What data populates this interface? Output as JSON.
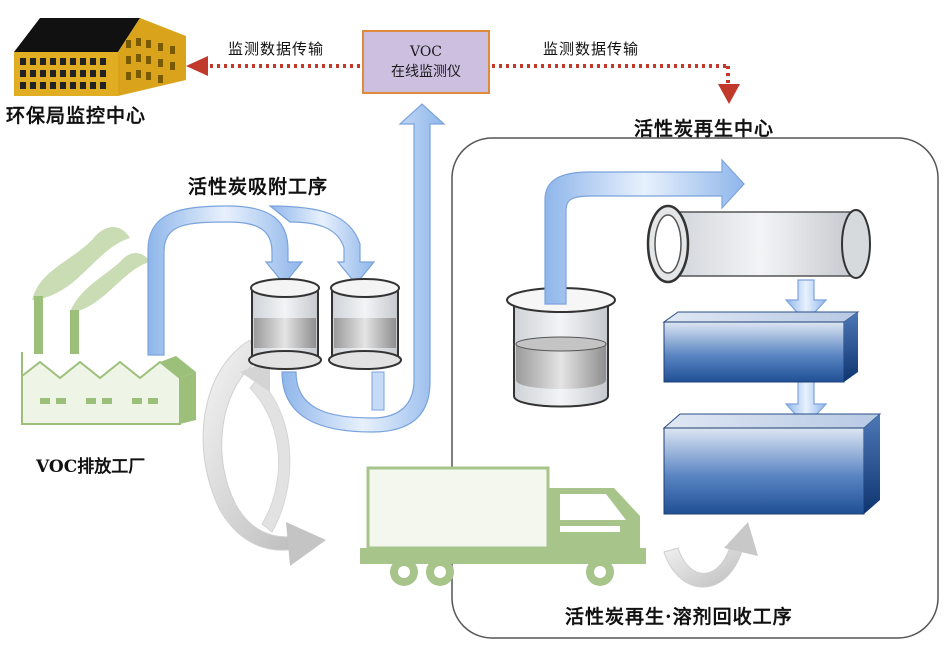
{
  "labels": {
    "monitoring_center": "环保局监控中心",
    "transmission_left": "监测数据传输",
    "transmission_right": "监测数据传输",
    "voc_monitor_line1": "VOC",
    "voc_monitor_line2": "在线监测仪",
    "regeneration_center": "活性炭再生中心",
    "adsorption_process": "活性炭吸附工序",
    "voc_factory": "VOC排放工厂",
    "regeneration_process": "活性炭再生·溶剂回收工序"
  },
  "colors": {
    "flow_arrow": "#a9c7ef",
    "data_arrow": "#c0392b",
    "building": "#d9a41c",
    "factory": "#9cc07a",
    "truck": "#a7c48a",
    "voc_box_fill": "#cdbfe0",
    "voc_box_border": "#e08a3c",
    "process_box": "#2a5aa0"
  }
}
